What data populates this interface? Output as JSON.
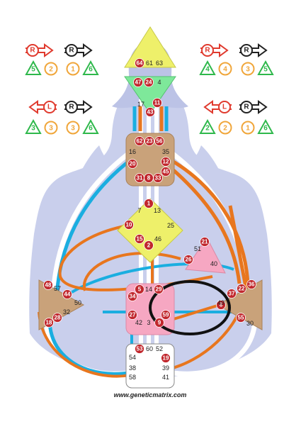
{
  "colors": {
    "body_bg": "#c9cfec",
    "silhouette": "#bcc3e6",
    "channel_white": "#ffffff",
    "channel_orange": "#e8761e",
    "channel_blue": "#1aaee0",
    "head_center": "#eef06a",
    "ajna_center": "#7ee89a",
    "throat_center": "#c9a27a",
    "g_center": "#eef06a",
    "heart_center": "#f6a7c2",
    "sacral_center": "#f6a7c2",
    "spleen_center": "#c9a27a",
    "solar_center": "#c9a27a",
    "root_center": "#ffffff",
    "gate_active": "#c1272d",
    "arrow_red": "#e03a2e",
    "arrow_black": "#222222",
    "tri_green": "#2eb84b",
    "tri_yellow": "#f0a63a"
  },
  "variables": {
    "top_left": {
      "letter": "R",
      "arrow_color": "red",
      "nums": [
        "5",
        "2"
      ]
    },
    "top_left_b": {
      "letter": "R",
      "arrow_color": "black",
      "nums": [
        "1",
        "6"
      ]
    },
    "top_right": {
      "letter": "R",
      "arrow_color": "red",
      "nums": [
        "4",
        "4"
      ]
    },
    "top_right_b": {
      "letter": "R",
      "arrow_color": "black",
      "nums": [
        "3",
        "5"
      ]
    },
    "bot_left": {
      "letter": "L",
      "arrow_color": "red",
      "nums": [
        "3",
        "3"
      ]
    },
    "bot_left_b": {
      "letter": "R",
      "arrow_color": "black",
      "nums": [
        "3",
        "6"
      ]
    },
    "bot_right": {
      "letter": "L",
      "arrow_color": "red",
      "nums": [
        "2",
        "2"
      ]
    },
    "bot_right_b": {
      "letter": "R",
      "arrow_color": "black",
      "nums": [
        "1",
        "6"
      ]
    }
  },
  "gates": {
    "head": {
      "active": [
        "64"
      ],
      "plain": [
        "61",
        "63"
      ]
    },
    "ajna": {
      "active": [
        "47",
        "24",
        "11",
        "43"
      ],
      "plain": [
        "4",
        "17"
      ]
    },
    "throat": {
      "active": [
        "62",
        "23",
        "56",
        "20",
        "12",
        "45",
        "31",
        "8",
        "33"
      ],
      "plain": [
        "16",
        "35"
      ]
    },
    "g": {
      "active": [
        "1",
        "10",
        "15",
        "2"
      ],
      "plain": [
        "7",
        "13",
        "25",
        "46"
      ]
    },
    "heart": {
      "active": [
        "21",
        "26"
      ],
      "plain": [
        "51",
        "40"
      ]
    },
    "spleen": {
      "active": [
        "48",
        "44",
        "18",
        "28"
      ],
      "plain": [
        "57",
        "50",
        "32"
      ]
    },
    "sacral": {
      "active": [
        "5",
        "29",
        "34",
        "27",
        "59",
        "9"
      ],
      "plain": [
        "14",
        "42",
        "3"
      ]
    },
    "solar": {
      "active": [
        "36",
        "22",
        "37",
        "6",
        "55"
      ],
      "plain": [
        "49",
        "30"
      ]
    },
    "root": {
      "active": [
        "53",
        "19"
      ],
      "plain": [
        "60",
        "52",
        "54",
        "38",
        "39",
        "58",
        "41"
      ]
    }
  },
  "footer": "www.geneticmatrix.com"
}
